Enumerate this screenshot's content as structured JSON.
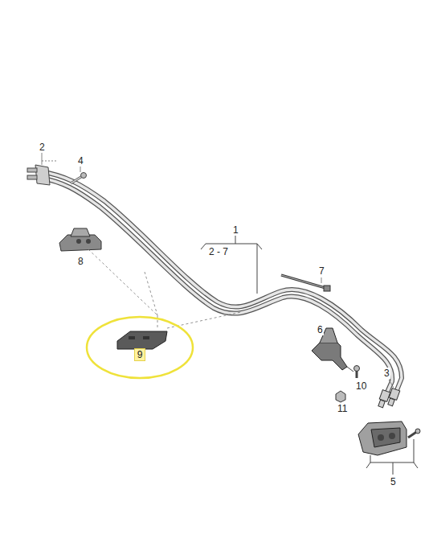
{
  "diagram": {
    "nodes": [
      {
        "text": [
          "9"
        ]
      }
    ],
    "labels": [
      "2",
      "4",
      "8",
      "1",
      "2 - 7",
      "7",
      "6",
      "3",
      "10",
      "11",
      "5"
    ]
  }
}
